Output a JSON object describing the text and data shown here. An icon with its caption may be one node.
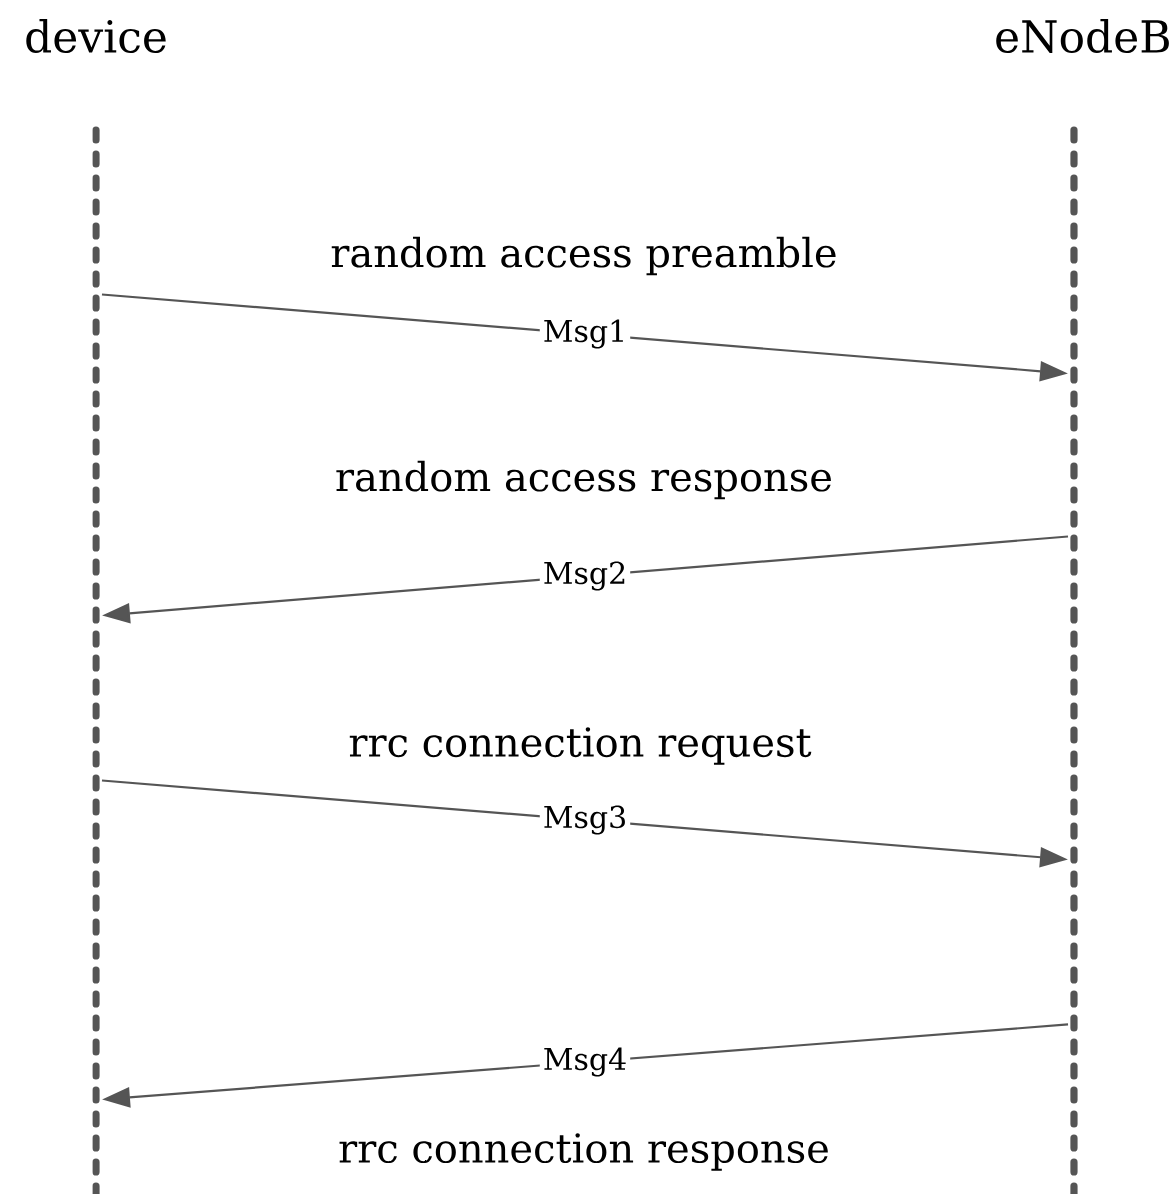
{
  "diagram": {
    "nodes": [
      {
        "text": [
          "device"
        ]
      },
      {
        "text": [
          "eNodeB"
        ]
      }
    ],
    "edges": [
      {
        "from": 0,
        "to": 1,
        "arrow": "to",
        "label": "Msg1"
      },
      {
        "from": 1,
        "to": 0,
        "arrow": "to",
        "label": "Msg2"
      },
      {
        "from": 0,
        "to": 1,
        "arrow": "to",
        "label": "Msg3"
      },
      {
        "from": 1,
        "to": 0,
        "arrow": "to",
        "label": "Msg4"
      }
    ],
    "labels": [
      "random access preamble",
      "random access response",
      "rrc connection request",
      "rrc connection response"
    ]
  }
}
